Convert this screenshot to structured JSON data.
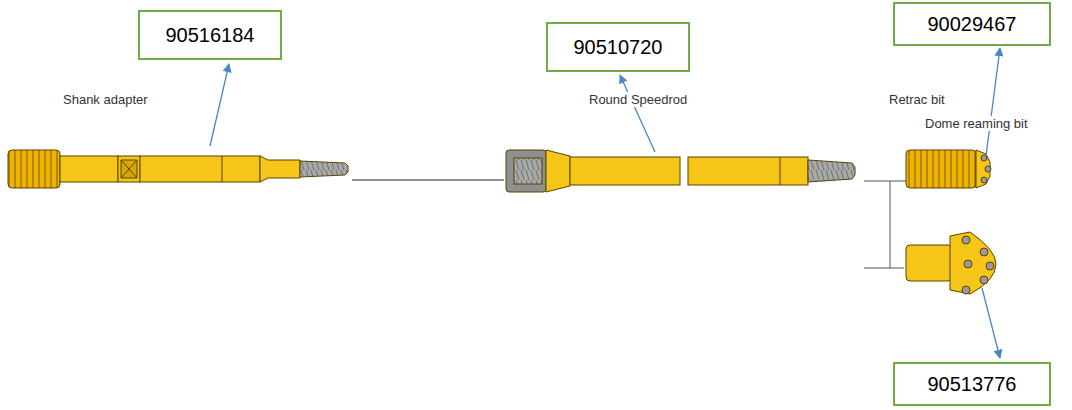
{
  "diagram": {
    "nodes": [
      {
        "text": [
          "90516184"
        ]
      },
      {
        "text": [
          "90510720"
        ]
      },
      {
        "text": [
          "90029467"
        ]
      },
      {
        "text": [
          "90513776"
        ]
      }
    ],
    "labels": [
      "Shank adapter",
      "Round Speedrod",
      "Retrac bit",
      "Dome reaming bit"
    ]
  }
}
